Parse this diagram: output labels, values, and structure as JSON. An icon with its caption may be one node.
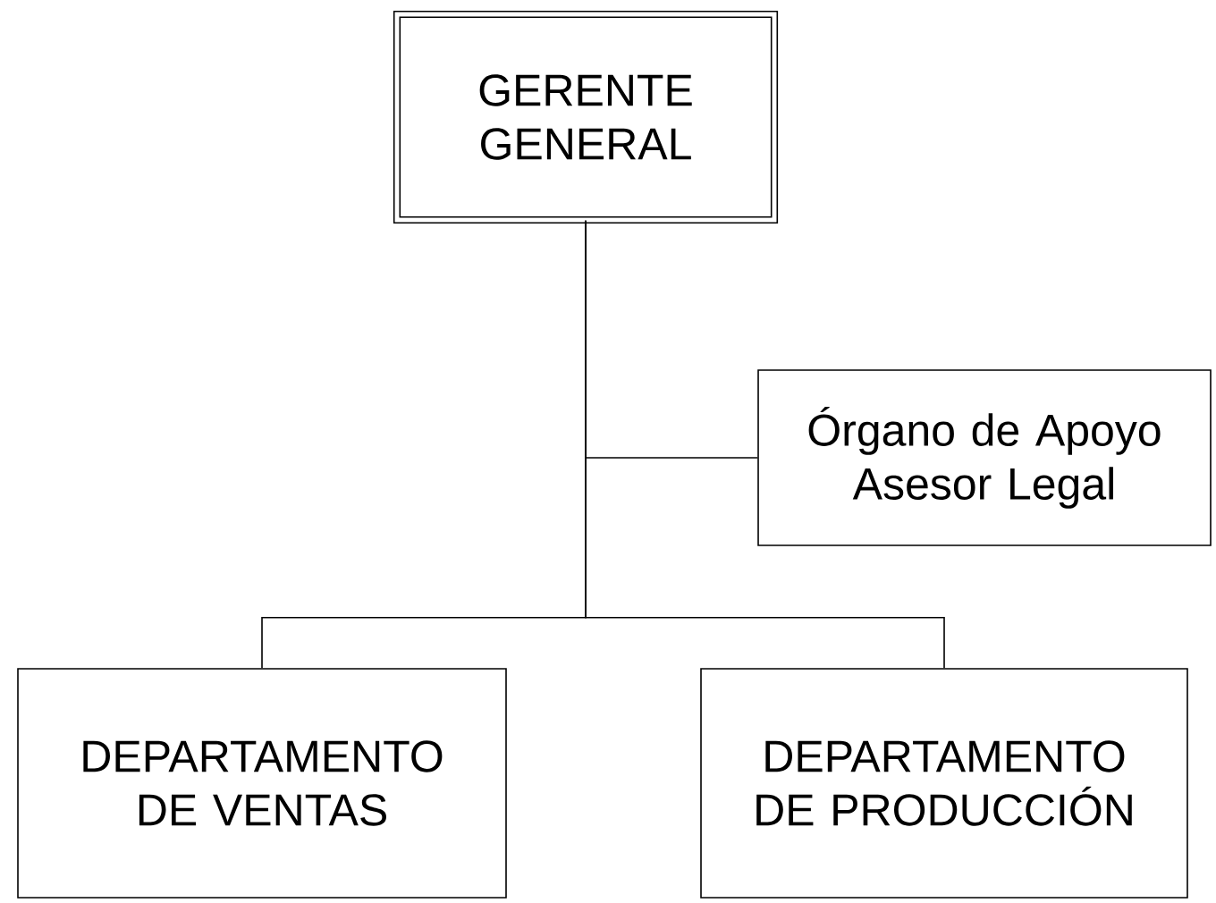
{
  "diagram": {
    "nodes": [
      {
        "text": [
          "GERENTE GENERAL"
        ]
      },
      {
        "text": [
          "Órgano de Apoyo Asesor Legal"
        ]
      },
      {
        "text": [
          "DEPARTAMENTO DE VENTAS"
        ]
      },
      {
        "text": [
          "DEPARTAMENTO DE PRODUCCIÓN"
        ]
      }
    ],
    "edges": [
      {
        "from": 0,
        "to": 1,
        "arrow": "none"
      },
      {
        "from": 0,
        "to": 2,
        "arrow": "none"
      },
      {
        "from": 0,
        "to": 3,
        "arrow": "none"
      }
    ]
  }
}
